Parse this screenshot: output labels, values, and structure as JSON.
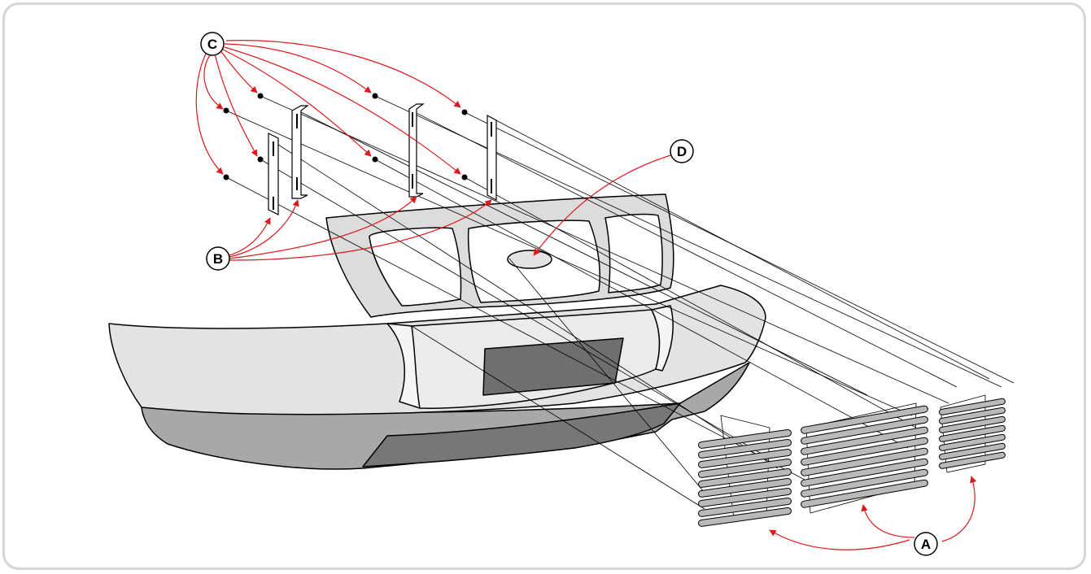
{
  "diagram": {
    "callouts": {
      "A": "A",
      "B": "B",
      "C": "C",
      "D": "D"
    },
    "colors": {
      "frame_border": "#d6d6d6",
      "leader_arrows": "#e0181b",
      "bumper_light": "#e3e3e3",
      "bumper_mid": "#a8a8a8",
      "bumper_dark": "#777777",
      "grille_bars": "#b9b9b9"
    }
  }
}
